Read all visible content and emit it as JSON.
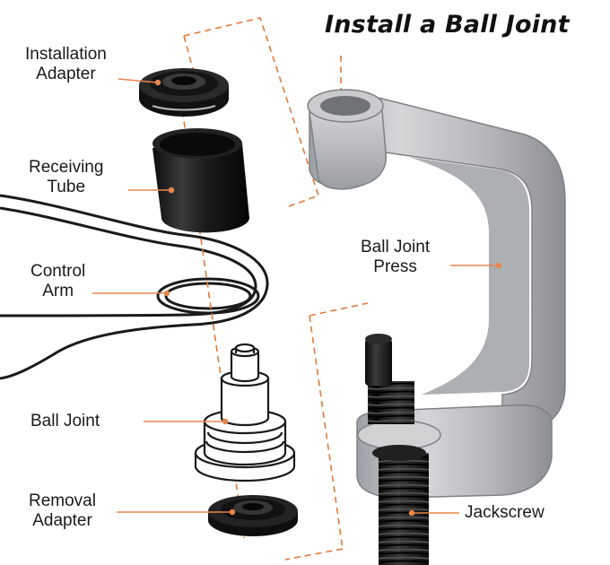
{
  "title": "Install a Ball Joint",
  "labels": {
    "installation_adapter": [
      "Installation",
      "Adapter"
    ],
    "receiving_tube": [
      "Receiving",
      "Tube"
    ],
    "control_arm": [
      "Control",
      "Arm"
    ],
    "ball_joint": "Ball Joint",
    "removal_adapter": [
      "Removal",
      "Adapter"
    ],
    "ball_joint_press": [
      "Ball Joint",
      "Press"
    ],
    "jackscrew": "Jackscrew"
  },
  "colors": {
    "leader_line": "#e8864c",
    "dashed_guide": "#e07a3a",
    "press_metal": "#b9bcbf",
    "press_shadow": "#8d9094",
    "adapter_black": "#161616",
    "outline": "#1a1a1a"
  }
}
